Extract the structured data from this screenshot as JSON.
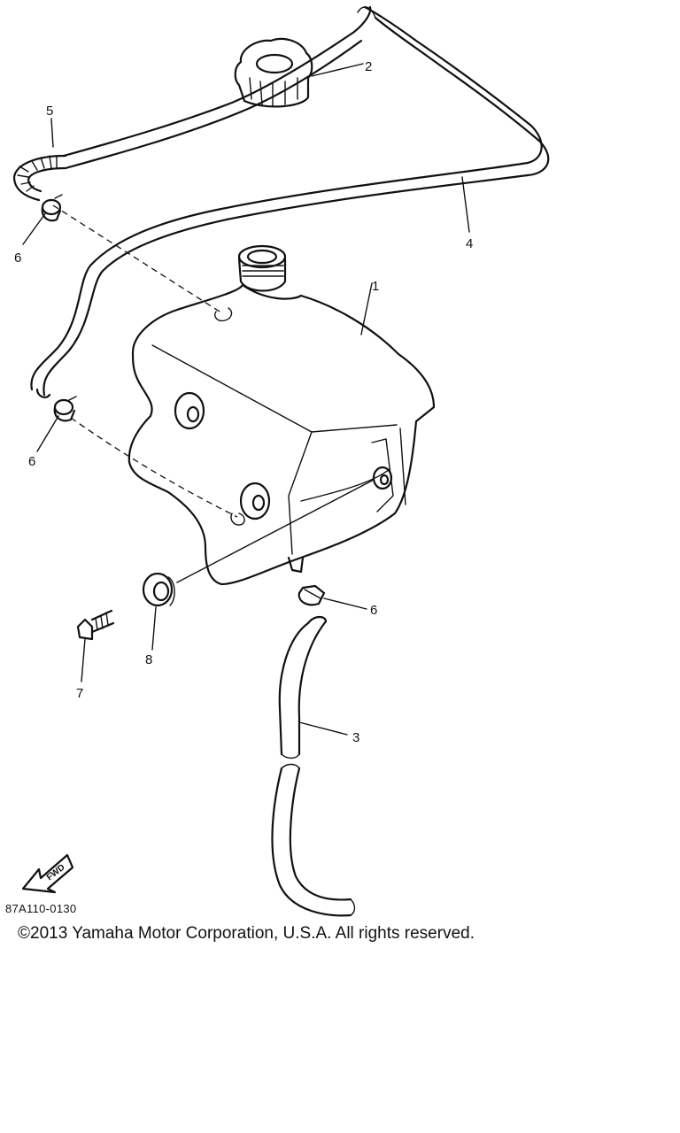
{
  "diagram": {
    "callouts": {
      "part_1": "1",
      "part_2": "2",
      "part_3": "3",
      "part_4": "4",
      "part_5": "5",
      "part_6a": "6",
      "part_6b": "6",
      "part_6c": "6",
      "part_7": "7",
      "part_8": "8"
    },
    "fwd_label": "FWD",
    "drawing_code": "87A110-0130"
  },
  "footer": {
    "copyright": "©2013 Yamaha Motor Corporation, U.S.A. All rights reserved."
  }
}
